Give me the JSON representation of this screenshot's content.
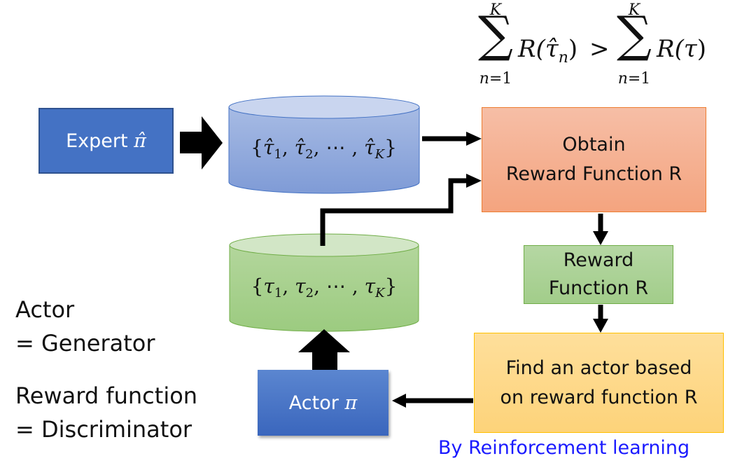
{
  "formula": {
    "upper_limit": "K",
    "lower_limit_var": "n",
    "lower_limit_rest": "=1",
    "sigma": "∑",
    "left_term_fn": "R(",
    "left_term_var": "τ̂",
    "left_term_sub": "n",
    "left_term_close": ")",
    "relation": ">",
    "right_term_fn": "R(",
    "right_term_var": "τ",
    "right_term_close": ")"
  },
  "expert": {
    "label": "Expert",
    "symbol": "π̂",
    "color": "#4472c4"
  },
  "expert_trajectories": {
    "open": "{",
    "items": [
      {
        "var": "τ̂",
        "sub": "1"
      },
      {
        "var": "τ̂",
        "sub": "2"
      },
      {
        "var": "τ̂",
        "sub": "K"
      }
    ],
    "ellipsis": "⋯",
    "close": "}",
    "color": "#8fa9dc"
  },
  "actor_trajectories": {
    "open": "{",
    "items": [
      {
        "var": "τ",
        "sub": "1"
      },
      {
        "var": "τ",
        "sub": "2"
      },
      {
        "var": "τ",
        "sub": "K"
      }
    ],
    "ellipsis": "⋯",
    "close": "}",
    "color": "#a9d18e"
  },
  "obtain_reward": {
    "line1": "Obtain",
    "line2": "Reward Function R",
    "color": "#f4b183"
  },
  "reward_function": {
    "line1": "Reward",
    "line2": "Function R",
    "color": "#a9d18e"
  },
  "find_actor": {
    "line1": "Find an actor based",
    "line2": "on reward function R",
    "color": "#ffd966"
  },
  "actor": {
    "label": "Actor",
    "symbol": "π",
    "color": "#4472c4"
  },
  "side_notes": {
    "actor_line1": "Actor",
    "actor_line2": "= Generator",
    "reward_line1": "Reward function",
    "reward_line2": "= Discriminator"
  },
  "caption": {
    "text": "By Reinforcement learning",
    "color": "#0000ff"
  }
}
